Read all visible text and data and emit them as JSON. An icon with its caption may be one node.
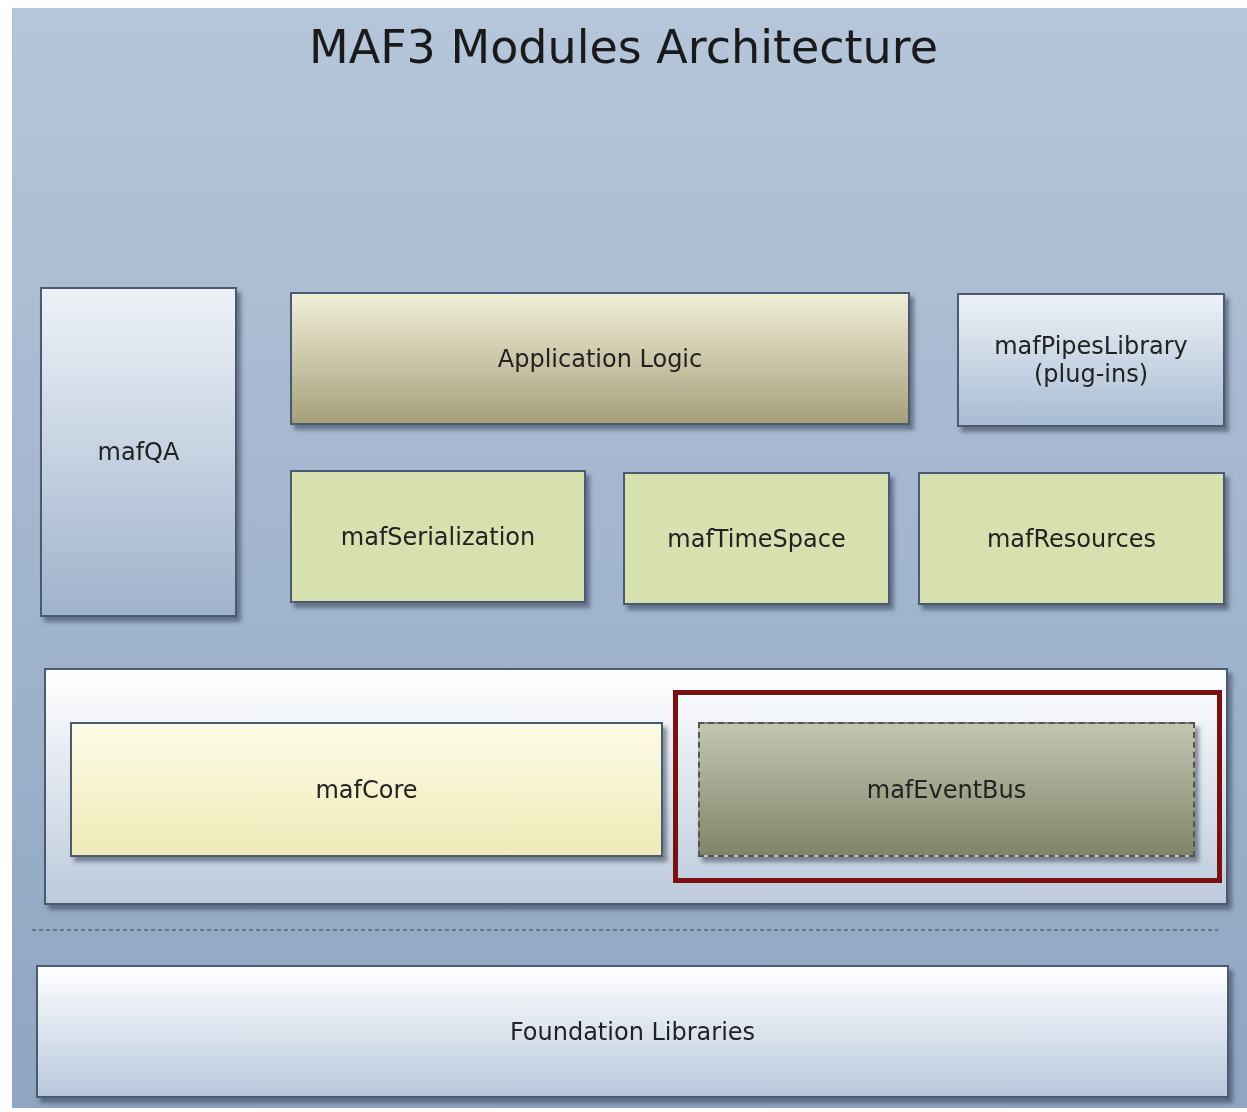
{
  "diagram": {
    "title": "MAF3 Modules Architecture",
    "nodes": [
      {
        "text": [
          "mafQA"
        ]
      },
      {
        "text": [
          "Application Logic"
        ]
      },
      {
        "text": [
          "mafPipesLibrary (plug-ins)"
        ]
      },
      {
        "text": [
          "mafSerialization"
        ]
      },
      {
        "text": [
          "mafTimeSpace"
        ]
      },
      {
        "text": [
          "mafResources"
        ]
      },
      {
        "text": [],
        "shape": "box"
      },
      {
        "text": [
          "mafCore"
        ],
        "in": 6
      },
      {
        "text": [
          "mafEventBus"
        ],
        "in": 6
      },
      {
        "text": [
          "Foundation Libraries"
        ]
      }
    ],
    "edges": []
  }
}
